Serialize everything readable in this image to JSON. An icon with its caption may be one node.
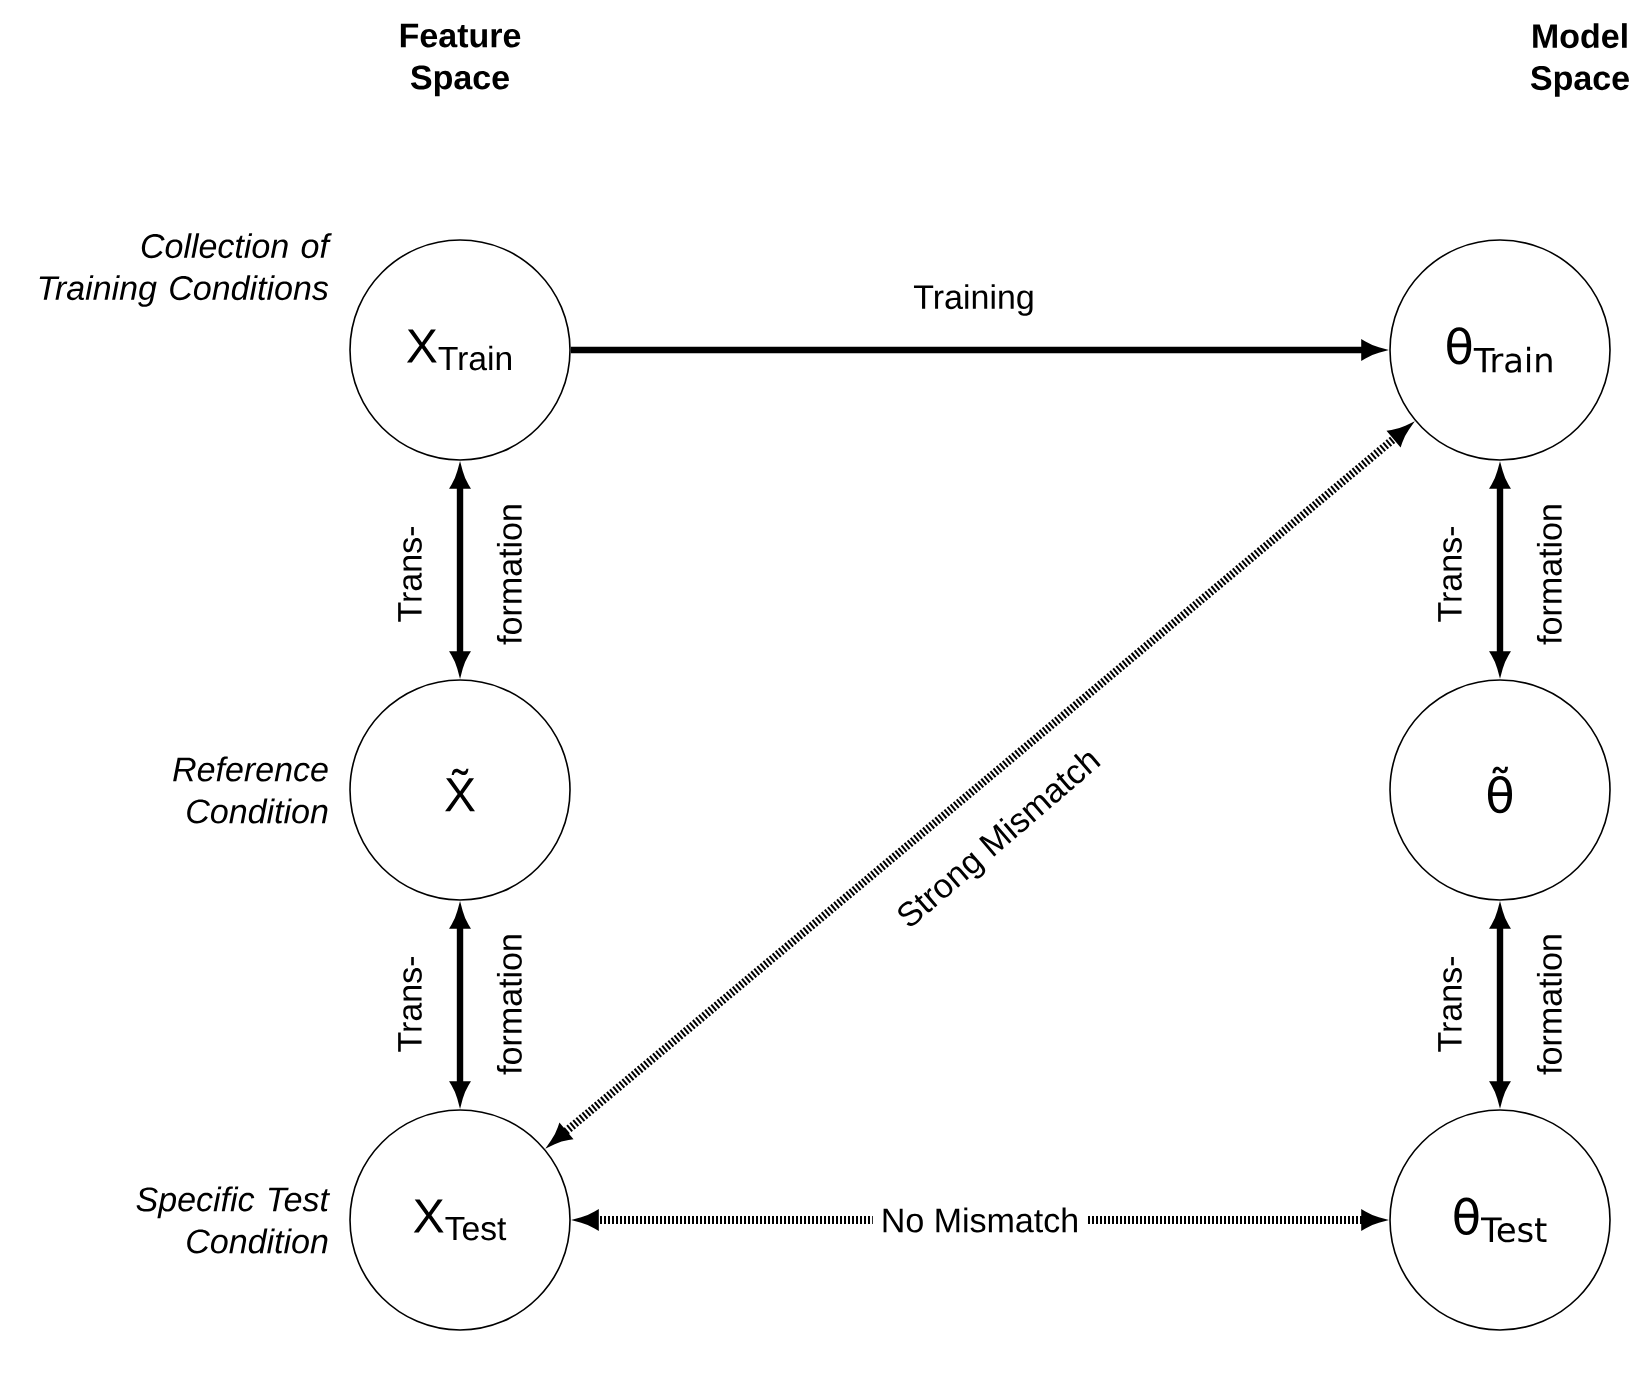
{
  "diagram": {
    "nodes": [
      {
        "text": [
          "X$_{Train}$"
        ],
        "beside": [
          "Collection of Training Conditions"
        ]
      },
      {
        "text": [
          "θ$_{Train}$"
        ]
      },
      {
        "text": [
          "X̃"
        ],
        "beside": [
          "Reference Condition"
        ]
      },
      {
        "text": [
          "θ̃"
        ]
      },
      {
        "text": [
          "X$_{Test}$"
        ],
        "beside": [
          "Specific Test Condition"
        ]
      },
      {
        "text": [
          "θ$_{Test}$"
        ]
      }
    ],
    "edges": [
      {
        "from": 0,
        "to": 1,
        "arrow": "to",
        "label": "Training"
      },
      {
        "from": 0,
        "to": 2,
        "arrow": "both",
        "label": "Trans- formation"
      },
      {
        "from": 2,
        "to": 4,
        "arrow": "both",
        "label": "Trans- formation"
      },
      {
        "from": 1,
        "to": 3,
        "arrow": "both",
        "label": "Trans- formation"
      },
      {
        "from": 3,
        "to": 5,
        "arrow": "both",
        "label": "Trans- formation"
      },
      {
        "from": 1,
        "to": 4,
        "arrow": "both",
        "label": "Strong Mismatch",
        "style": "dashed"
      },
      {
        "from": 4,
        "to": 5,
        "arrow": "both",
        "label": "No Mismatch",
        "style": "dashed"
      }
    ],
    "labels": [
      "Feature Space",
      "Model Space"
    ]
  }
}
